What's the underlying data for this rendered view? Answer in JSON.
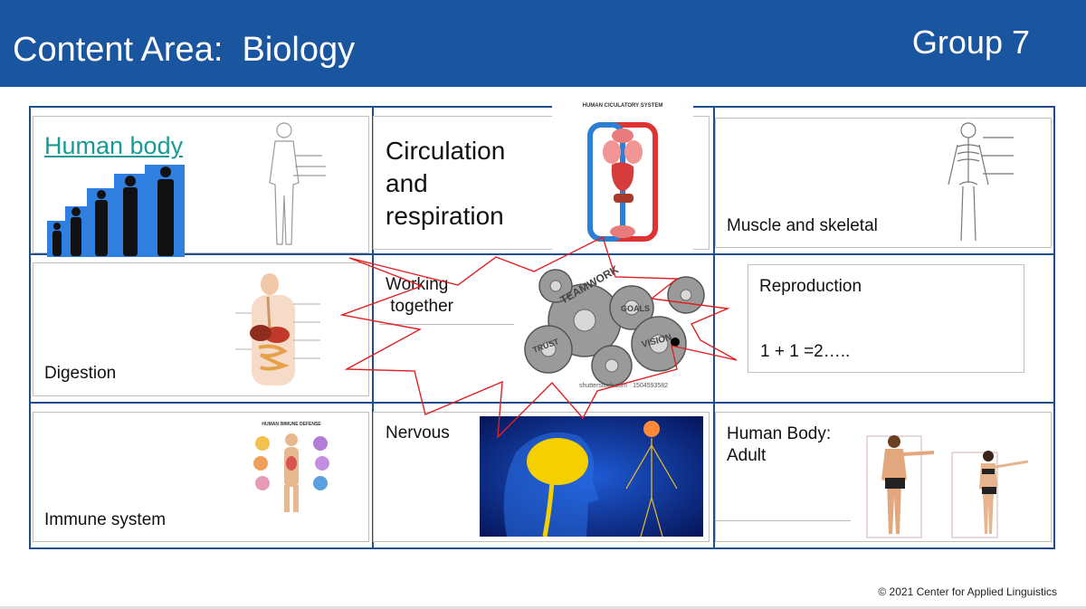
{
  "header": {
    "title": "Content Area:  Biology",
    "group": "Group 7"
  },
  "cells": {
    "human_body": "Human body",
    "circulation": [
      "Circulation",
      "and",
      "respiration"
    ],
    "circulation_figure_title": "HUMAN CICULATORY SYSTEM",
    "muscle": "Muscle and skeletal",
    "digestion": "Digestion",
    "working": [
      "Working",
      " together"
    ],
    "gears_words": [
      "TEAMWORK",
      "TRUST",
      "VISION",
      "GOALS"
    ],
    "gears_caption": "shutterstock.com · 1504593582",
    "reproduction": "Reproduction",
    "reproduction_eq": "1 + 1 =2…..",
    "immune": "Immune system",
    "immune_figure_title": "HUMAN IMMUNE DEFENSE",
    "nervous": "Nervous",
    "adult": [
      "Human Body:",
      "Adult"
    ]
  },
  "footer": "© 2021 Center for Applied Linguistics",
  "colors": {
    "header": "#1a56a0",
    "grid": "#1f4e8c",
    "link": "#1a9a96",
    "burst": "#e02020"
  }
}
